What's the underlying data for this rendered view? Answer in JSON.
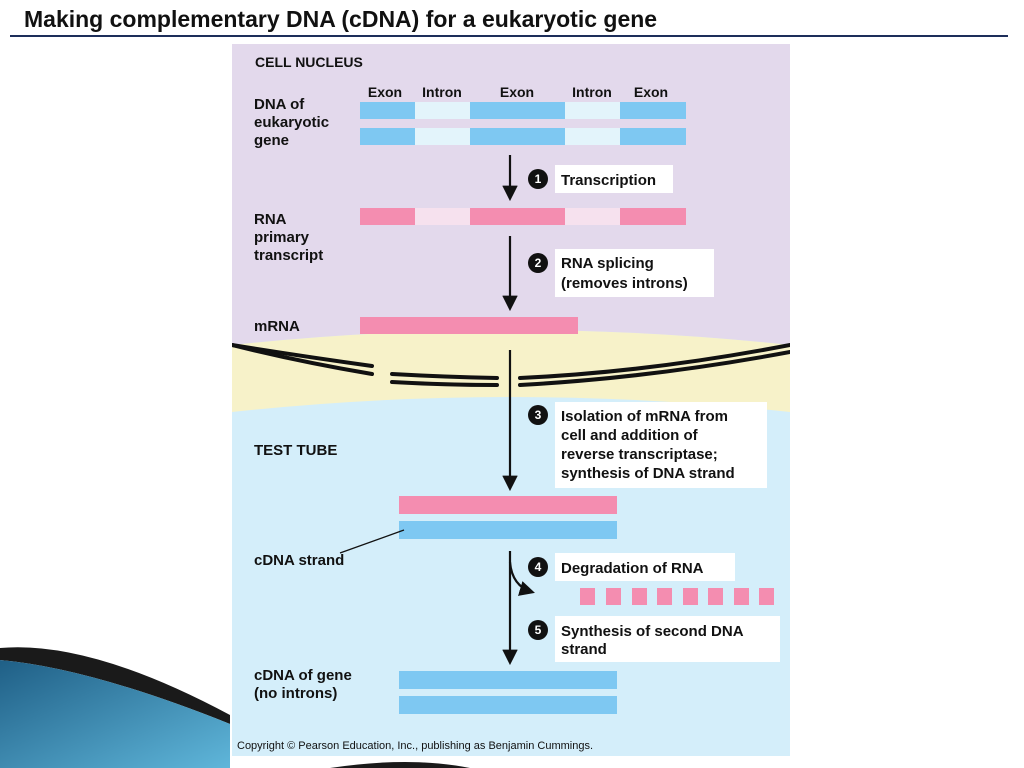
{
  "slide": {
    "title": "Making complementary DNA (cDNA) for a eukaryotic gene"
  },
  "figure": {
    "regions": {
      "cell_nucleus": "CELL NUCLEUS",
      "test_tube": "TEST TUBE"
    },
    "segment_headers": [
      "Exon",
      "Intron",
      "Exon",
      "Intron",
      "Exon"
    ],
    "row_labels": {
      "dna": [
        "DNA of",
        "eukaryotic",
        "gene"
      ],
      "rna_primary": [
        "RNA",
        "primary",
        "transcript"
      ],
      "mrna": [
        "mRNA"
      ],
      "cdna_strand": [
        "cDNA strand"
      ],
      "cdna_gene": [
        "cDNA of gene",
        "(no introns)"
      ]
    },
    "steps": [
      {
        "number": "1",
        "lines": [
          "Transcription"
        ]
      },
      {
        "number": "2",
        "lines": [
          "RNA splicing",
          "(removes introns)"
        ]
      },
      {
        "number": "3",
        "lines": [
          "Isolation of mRNA from",
          "cell and addition of",
          "reverse transcriptase;",
          "synthesis of DNA strand"
        ]
      },
      {
        "number": "4",
        "lines": [
          "Degradation of RNA"
        ]
      },
      {
        "number": "5",
        "lines": [
          "Synthesis of second DNA",
          "strand"
        ]
      }
    ],
    "copyright": "Copyright © Pearson Education, Inc., publishing as Benjamin Cummings.",
    "colors": {
      "nucleus_bg": "#e3d9ec",
      "envelope_bg": "#f7f2c9",
      "test_tube_bg": "#d4eefa",
      "exon_dna": "#7ec8f2",
      "intron_dna": "#e3f4fb",
      "exon_rna": "#f48db0",
      "intron_rna": "#f6e1ee",
      "step_box": "#ffffff",
      "slide_accent": "#1d2e5a"
    }
  }
}
